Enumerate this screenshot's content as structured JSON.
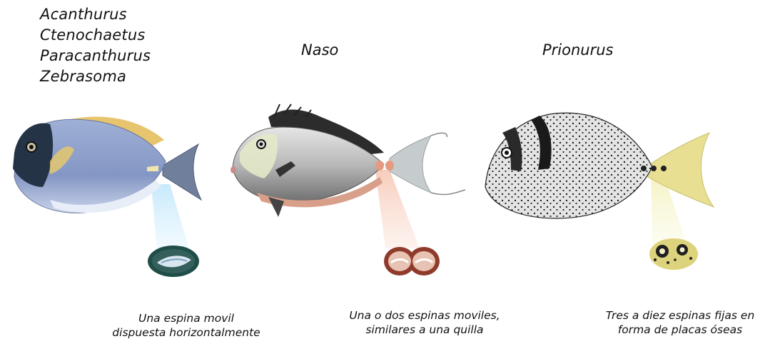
{
  "groups": [
    {
      "genus_list": [
        "Acanthurus",
        "Ctenochaetus",
        "Paracanthurus",
        "Zebrasoma"
      ],
      "caption": [
        "Una espina movil",
        "dispuesta horizontalmente"
      ]
    },
    {
      "title": "Naso",
      "caption": [
        "Una o dos espinas moviles,",
        "similares a una quilla"
      ]
    },
    {
      "title": "Prionurus",
      "caption": [
        "Tres a diez espinas fijas en",
        "forma de placas óseas"
      ]
    }
  ]
}
